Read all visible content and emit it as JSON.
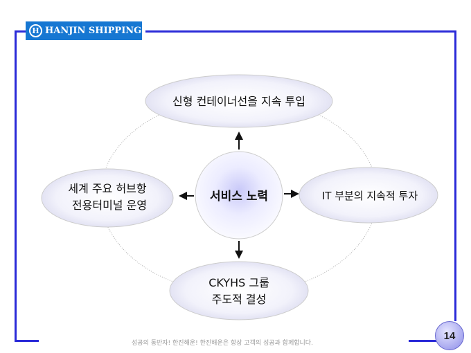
{
  "logo": {
    "mark": "H",
    "text": "HANJIN SHIPPING"
  },
  "center": "서비스 노력",
  "nodes": {
    "top": [
      "신형 컨테이너선을 지속 투입"
    ],
    "left": [
      "세계 주요 허브항",
      "전용터미널 운영"
    ],
    "right": [
      "IT 부분의 지속적 투자"
    ],
    "bottom": [
      "CKYHS 그룹",
      "주도적 결성"
    ]
  },
  "footer": "성공의 동반자! 한진해운! 한진해운은 항상 고객의 성공과 함께합니다.",
  "page_number": "14",
  "colors": {
    "frame": "#2a2ad8",
    "logo_bg": "#1677d2"
  }
}
